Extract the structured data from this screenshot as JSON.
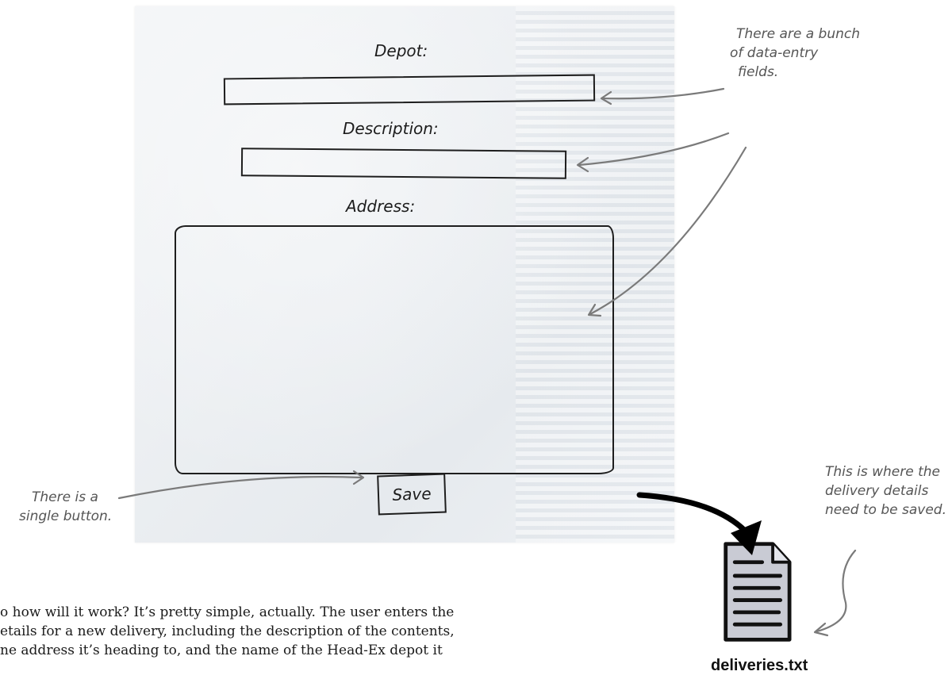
{
  "form": {
    "depot_label": "Depot:",
    "description_label": "Description:",
    "address_label": "Address:",
    "save_label": "Save"
  },
  "annotations": {
    "fields_note": [
      "There are a bunch",
      "of data-entry",
      "fields."
    ],
    "button_note": [
      "There is a",
      "single button."
    ],
    "file_note": [
      "This is where the",
      "delivery details",
      "need to be saved."
    ]
  },
  "file": {
    "name": "deliveries.txt",
    "icon": "text-file-icon"
  },
  "body_text": [
    "o how will it work? It’s pretty simple, actually. The user enters the",
    "etails for a new delivery, including the description of the contents,",
    "ne address it’s heading to, and the name of the Head-Ex depot it"
  ],
  "colors": {
    "ink": "#1e1e1e",
    "note_ink": "#6f6f6f",
    "napkin": "#eceff2"
  }
}
